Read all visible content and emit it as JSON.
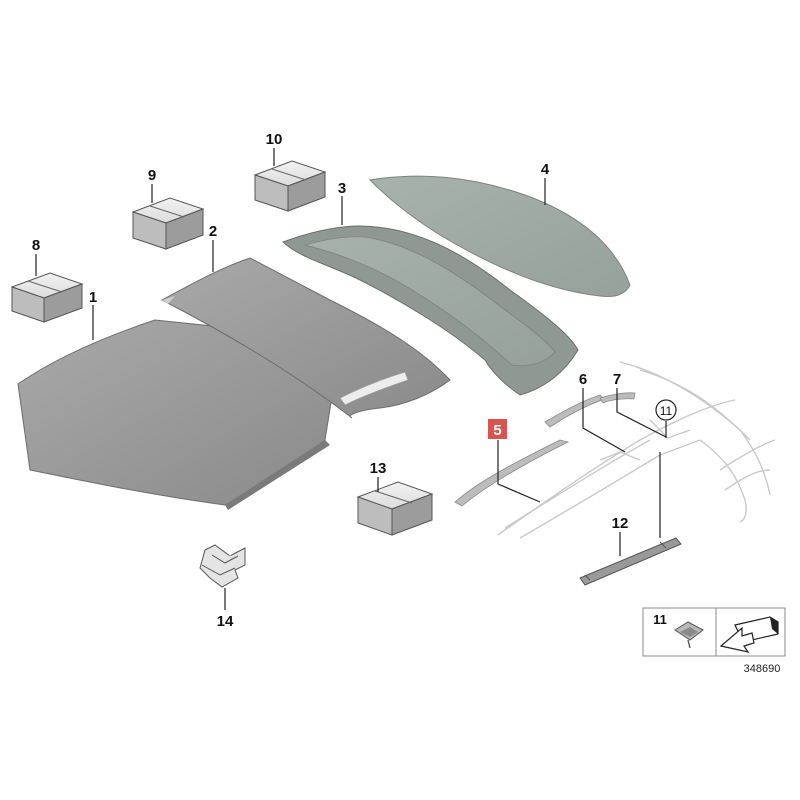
{
  "diagram": {
    "callouts": {
      "c1": "1",
      "c2": "2",
      "c3": "3",
      "c4": "4",
      "c5": "5",
      "c6": "6",
      "c7": "7",
      "c8": "8",
      "c9": "9",
      "c10": "10",
      "c11": "11",
      "c12": "12",
      "c13": "13",
      "c14": "14"
    },
    "selected_callout": "5",
    "selected_color": "#d9534f",
    "legend": {
      "part_number": "11"
    },
    "reference_number": "348690"
  }
}
